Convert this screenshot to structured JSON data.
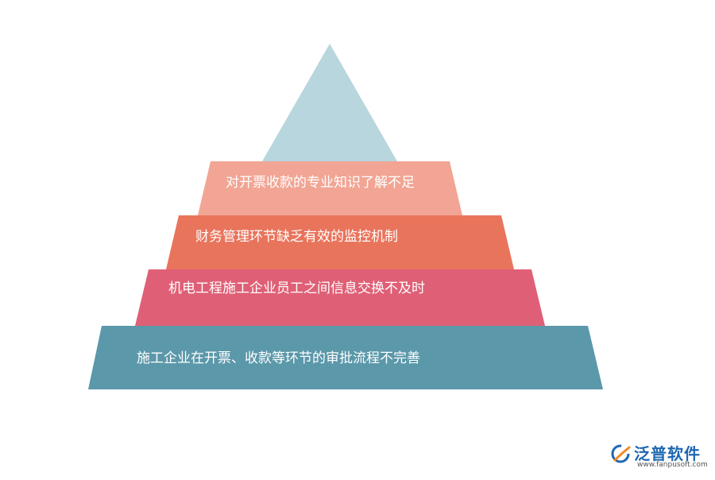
{
  "pyramid": {
    "layers": [
      {
        "label": "对开票收款的专业知识了解不足",
        "color": "#f2a594"
      },
      {
        "label": "财务管理环节缺乏有效的监控机制",
        "color": "#e9745c"
      },
      {
        "label": "机电工程施工企业员工之间信息交换不及时",
        "color": "#df6076"
      },
      {
        "label": "施工企业在开票、收款等环节的审批流程不完善",
        "color": "#5b98aa"
      }
    ],
    "apex_color": "#b8d6de"
  },
  "logo": {
    "name": "泛普软件",
    "url": "www.fanpusoft.com",
    "colors": {
      "blue": "#1f67b1",
      "orange": "#f08a24"
    }
  }
}
